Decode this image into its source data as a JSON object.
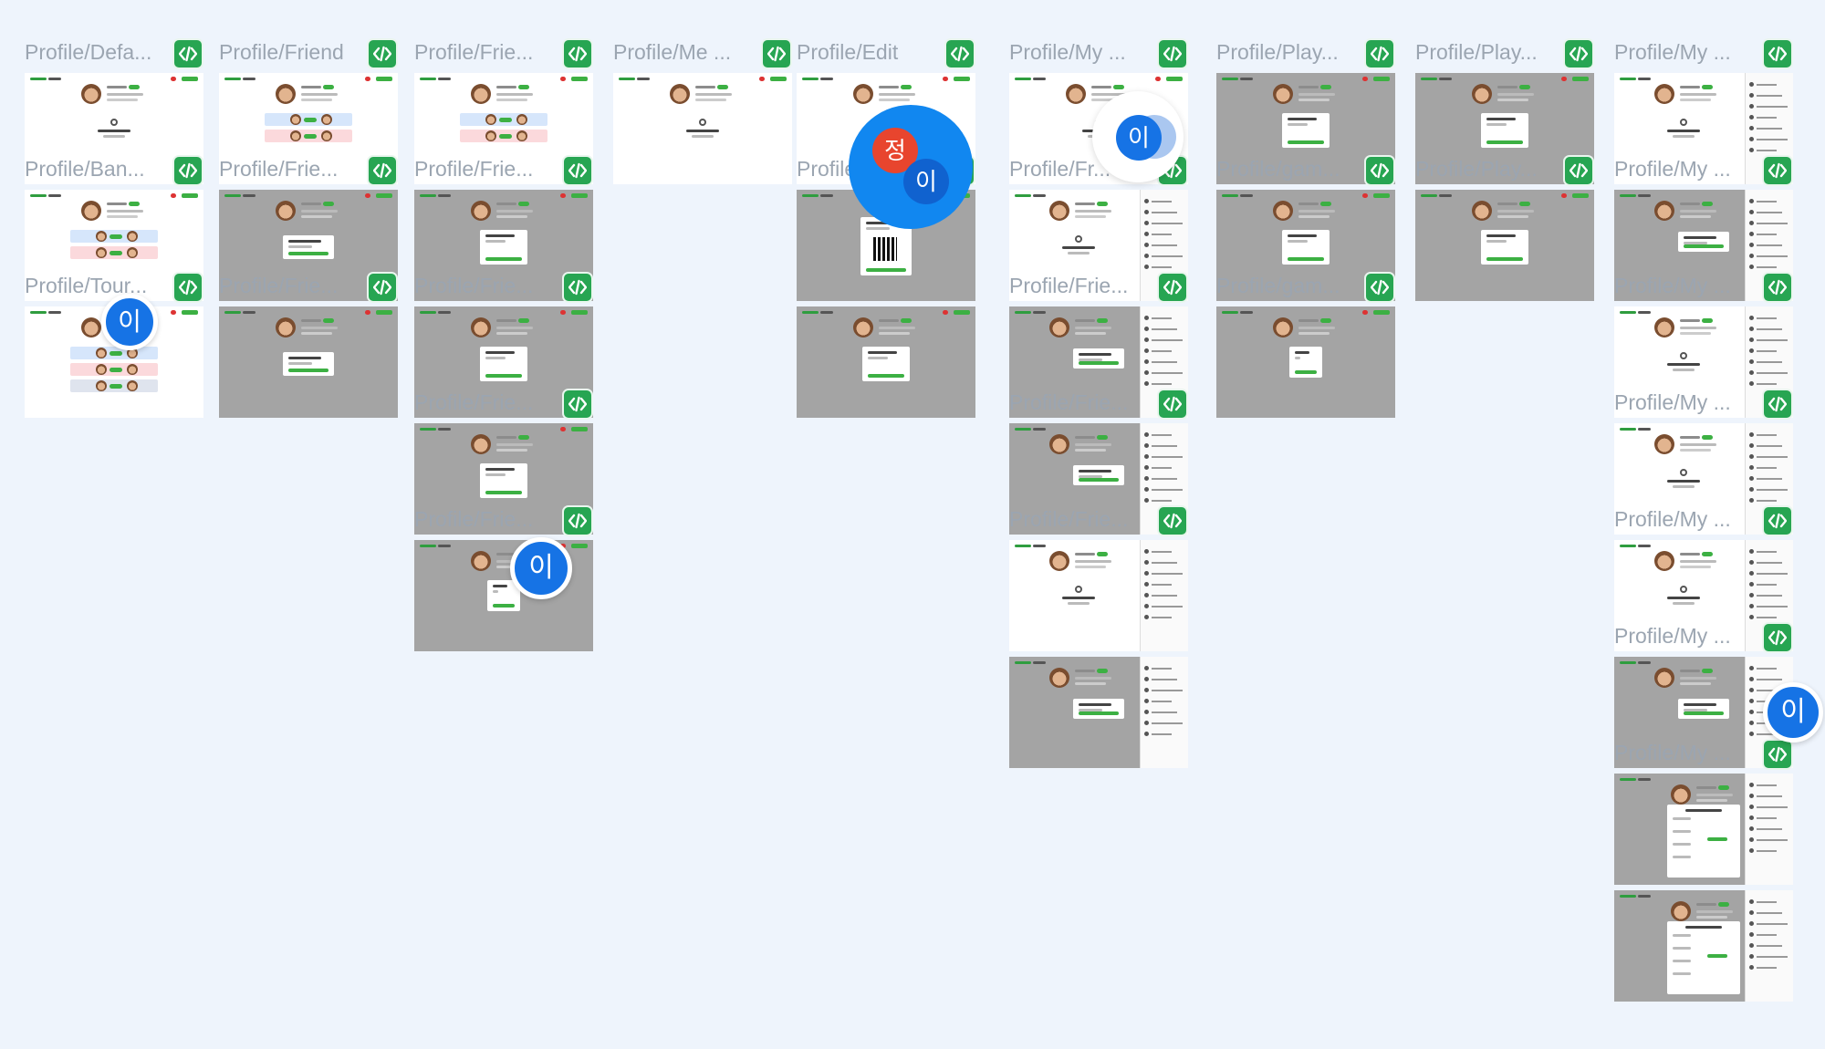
{
  "canvas": {
    "background": "#eef4fc"
  },
  "colors": {
    "dev_button": "#27a552",
    "label": "#9ba5b1",
    "avatar_blue": "#1673e5",
    "avatar_red": "#e8452e",
    "dim_overlay": "#a4a4a4"
  },
  "icons": {
    "dev_mode": "code-brackets-icon"
  },
  "columns": [
    {
      "frames": [
        {
          "label": "Profile/Defa...",
          "variant": "profile",
          "dim": false
        },
        {
          "label": "Profile/Ban...",
          "variant": "list-blue",
          "dim": false
        },
        {
          "label": "Profile/Tour...",
          "variant": "list-triple",
          "dim": false
        }
      ]
    },
    {
      "frames": [
        {
          "label": "Profile/Friend",
          "variant": "list-blue",
          "dim": false
        },
        {
          "label": "Profile/Frie...",
          "variant": "modal",
          "dim": true
        },
        {
          "label": "Profile/Frie...",
          "variant": "modal",
          "dim": true
        }
      ]
    },
    {
      "frames": [
        {
          "label": "Profile/Frie...",
          "variant": "list-blue",
          "dim": false
        },
        {
          "label": "Profile/Frie...",
          "variant": "modal-tall",
          "dim": true
        },
        {
          "label": "Profile/Frie...",
          "variant": "modal-tall",
          "dim": true
        },
        {
          "label": "Profile/Frie...",
          "variant": "modal-tall",
          "dim": true
        },
        {
          "label": "Profile/Frie...",
          "variant": "modal-small",
          "dim": true
        }
      ]
    },
    {
      "frames": [
        {
          "label": "Profile/Me ...",
          "variant": "profile",
          "dim": false
        }
      ]
    },
    {
      "frames": [
        {
          "label": "Profile/Edit",
          "variant": "profile",
          "dim": false
        },
        {
          "label": "Profile/Inpu...",
          "variant": "qr",
          "dim": true
        },
        {
          "label": "",
          "variant": "modal-tall",
          "dim": true
        }
      ]
    },
    {
      "frames": [
        {
          "label": "Profile/My ...",
          "variant": "profile",
          "dim": false
        },
        {
          "label": "Profile/Fr...",
          "variant": "profile-side",
          "dim": false
        },
        {
          "label": "Profile/Frie...",
          "variant": "modal-side",
          "dim": true
        },
        {
          "label": "Profile/Frie...",
          "variant": "modal-side",
          "dim": true
        },
        {
          "label": "Profile/Frie...",
          "variant": "profile-side",
          "dim": false
        },
        {
          "label": "",
          "variant": "modal-side",
          "dim": true
        }
      ]
    },
    {
      "frames": [
        {
          "label": "Profile/Play...",
          "variant": "modal-tall",
          "dim": true
        },
        {
          "label": "Profile/gam...",
          "variant": "modal-tall",
          "dim": true
        },
        {
          "label": "Profile/gam...",
          "variant": "modal-small",
          "dim": true
        }
      ]
    },
    {
      "frames": [
        {
          "label": "Profile/Play...",
          "variant": "modal-tall",
          "dim": true
        },
        {
          "label": "Profile/Play...",
          "variant": "modal-tall",
          "dim": true
        }
      ]
    },
    {
      "frames": [
        {
          "label": "Profile/My ...",
          "variant": "profile-side",
          "dim": false
        },
        {
          "label": "Profile/My ...",
          "variant": "modal-side",
          "dim": true
        },
        {
          "label": "Profile/My ...",
          "variant": "profile-side",
          "dim": false
        },
        {
          "label": "Profile/My ...",
          "variant": "profile-side",
          "dim": false
        },
        {
          "label": "Profile/My ...",
          "variant": "profile-side",
          "dim": false
        },
        {
          "label": "Profile/My ...",
          "variant": "modal-side",
          "dim": true
        },
        {
          "label": "Profile/My ...",
          "variant": "bracket",
          "dim": true
        },
        {
          "label": "",
          "variant": "bracket",
          "dim": true
        }
      ]
    }
  ],
  "collaborators": [
    {
      "initial": "이",
      "color": "#1673e5",
      "style": "plain"
    },
    {
      "initial": "이",
      "color": "#1673e5",
      "style": "ring"
    },
    {
      "initial": "정",
      "color": "#e8452e",
      "style": "plain"
    },
    {
      "initial": "이",
      "color": "#1673e5",
      "style": "plain"
    },
    {
      "initial": "이",
      "color": "#1673e5",
      "style": "ring"
    },
    {
      "initial": "이",
      "color": "#1673e5",
      "style": "ring"
    }
  ]
}
